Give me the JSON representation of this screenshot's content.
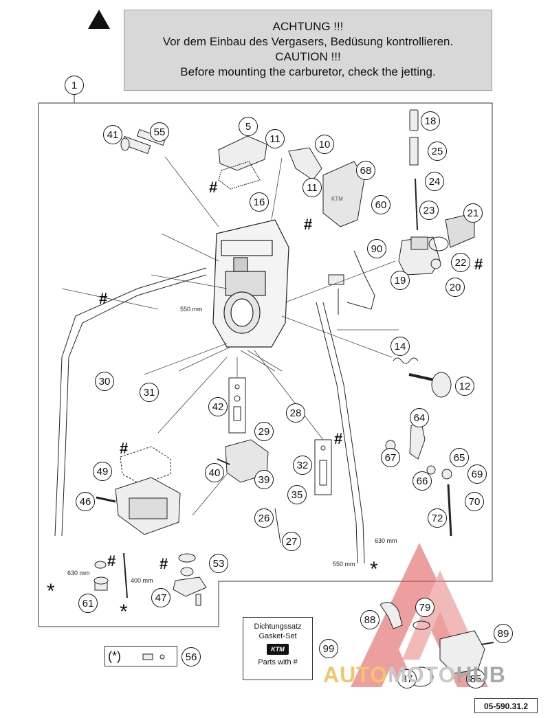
{
  "warning": {
    "line1": "ACHTUNG !!!",
    "line2": "Vor dem Einbau des Vergasers, Bedüsung kontrollieren.",
    "line3": "CAUTION !!!",
    "line4": "Before mounting the carburetor, check the jetting."
  },
  "callouts": {
    "c1": "1",
    "c5": "5",
    "c10": "10",
    "c11a": "11",
    "c11b": "11",
    "c12": "12",
    "c14": "14",
    "c16": "16",
    "c18": "18",
    "c19": "19",
    "c20": "20",
    "c21": "21",
    "c22": "22",
    "c23": "23",
    "c24": "24",
    "c25": "25",
    "c26": "26",
    "c27": "27",
    "c28": "28",
    "c29": "29",
    "c30": "30",
    "c31": "31",
    "c32": "32",
    "c35": "35",
    "c39": "39",
    "c40": "40",
    "c41": "41",
    "c42": "42",
    "c46": "46",
    "c47": "47",
    "c49": "49",
    "c53": "53",
    "c55": "55",
    "c56": "56",
    "c60": "60",
    "c61": "61",
    "c64": "64",
    "c65": "65",
    "c66": "66",
    "c67": "67",
    "c68": "68",
    "c69": "69",
    "c70": "70",
    "c72": "72",
    "c79": "79",
    "c85": "85",
    "c87": "87",
    "c88": "88",
    "c89": "89",
    "c90": "90",
    "c99": "99"
  },
  "dimensions": {
    "d550a": "550 mm",
    "d630a": "630 mm",
    "d400": "400 mm",
    "d630b": "630 mm",
    "d550b": "550 mm"
  },
  "symbols": {
    "hash": "#",
    "star": "*"
  },
  "gasket_set": {
    "line1": "Dichtungssatz",
    "line2": "Gasket-Set",
    "logo": "KTM",
    "line3": "Parts with #"
  },
  "legend": {
    "label": "(*)"
  },
  "part_number": "05-590.31.2",
  "watermark": {
    "part1": "AUTO",
    "part2": "MOTO",
    "part3": "HUB"
  },
  "colors": {
    "watermark_red": "#e05050",
    "watermark_yellow": "#f2c56b",
    "warning_bg": "#d8d8d8"
  }
}
